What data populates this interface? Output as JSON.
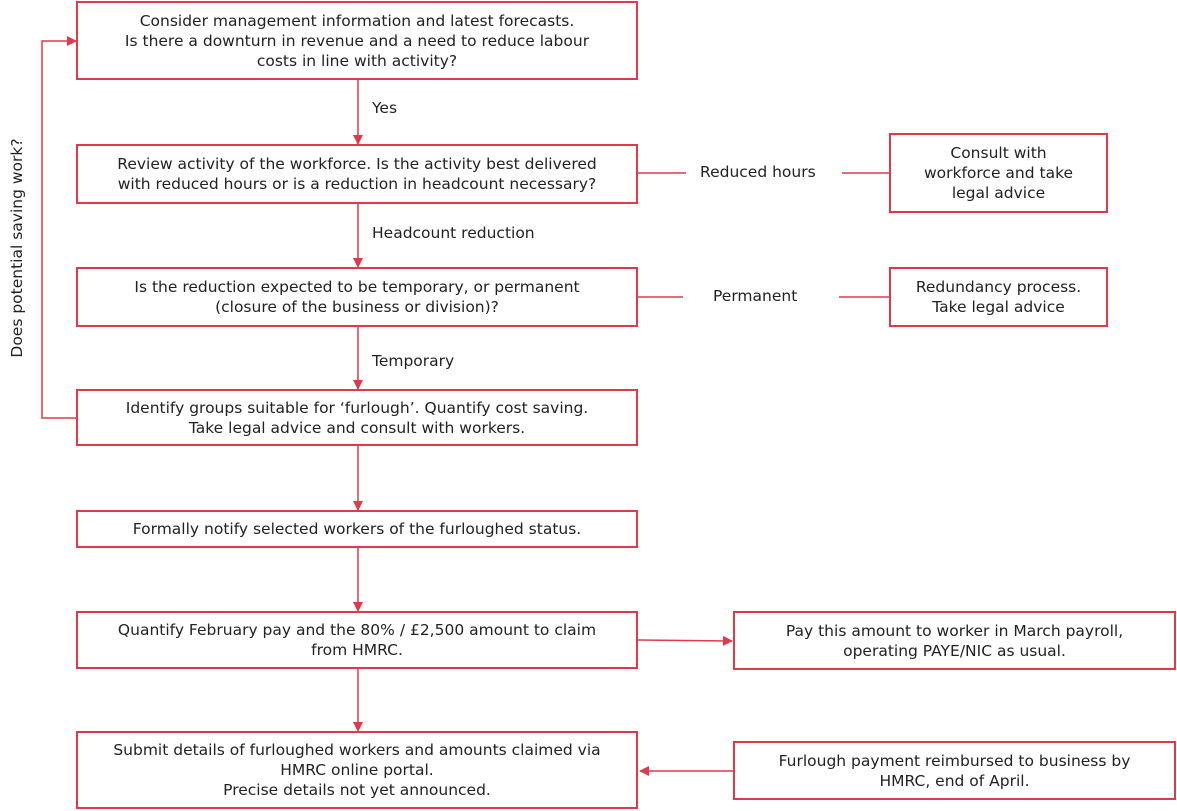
{
  "colors": {
    "line": "#e0394c",
    "text": "#222222"
  },
  "flow": {
    "step1": "Consider management information and latest forecasts.\nIs there a downturn in revenue and a need to reduce labour\ncosts in line with activity?",
    "step2": "Review activity of the workforce.  Is the activity best delivered\nwith reduced hours or is a reduction in headcount necessary?",
    "step3": "Is the reduction expected to be temporary, or permanent\n(closure of the business or division)?",
    "step4": "Identify groups suitable for ‘furlough’.  Quantify cost saving.\nTake legal advice and consult with workers.",
    "step5": "Formally notify selected workers of the furloughed status.",
    "step6": "Quantify February pay and the 80% / £2,500 amount to claim\nfrom HMRC.",
    "step7": "Submit details of furloughed workers and amounts claimed via\nHMRC online portal.\nPrecise details not yet announced."
  },
  "side": {
    "consult": "Consult with\nworkforce and take\nlegal advice",
    "redundancy": "Redundancy process.\nTake legal advice",
    "pay": "Pay this amount to worker in March payroll,\noperating PAYE/NIC as usual.",
    "reimburse": "Furlough payment reimbursed to business by\nHMRC, end of April."
  },
  "labels": {
    "yes": "Yes",
    "headcount": "Headcount reduction",
    "temporary": "Temporary",
    "reduced_hours": "Reduced hours",
    "permanent": "Permanent",
    "loop": "Does potential saving work?"
  }
}
